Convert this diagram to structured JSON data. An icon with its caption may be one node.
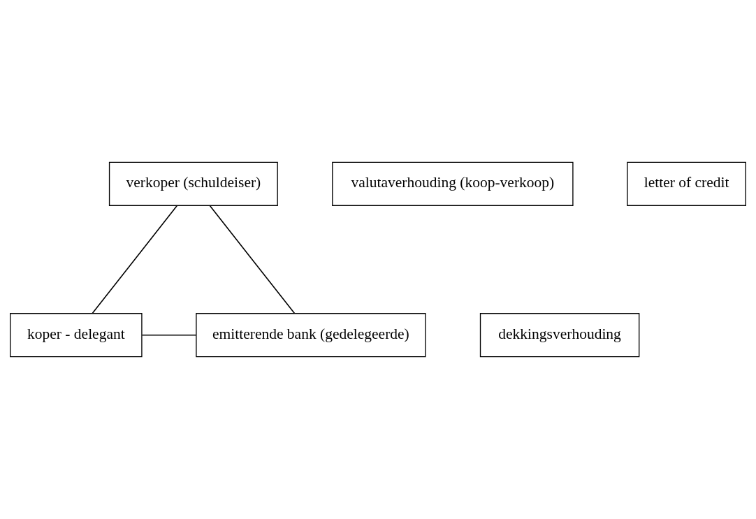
{
  "diagram": {
    "nodes": [
      {
        "text": [
          "verkoper (schuldeiser)"
        ]
      },
      {
        "text": [
          "valutaverhouding (koop-verkoop)"
        ]
      },
      {
        "text": [
          "letter of credit"
        ]
      },
      {
        "text": [
          "koper - delegant"
        ]
      },
      {
        "text": [
          "emitterende bank (gedelegeerde)"
        ]
      },
      {
        "text": [
          "dekkingsverhouding"
        ]
      }
    ],
    "edges": [
      {
        "from": 3,
        "to": 0,
        "arrow": "none"
      },
      {
        "from": 0,
        "to": 4,
        "arrow": "none"
      },
      {
        "from": 3,
        "to": 4,
        "arrow": "none"
      }
    ]
  }
}
